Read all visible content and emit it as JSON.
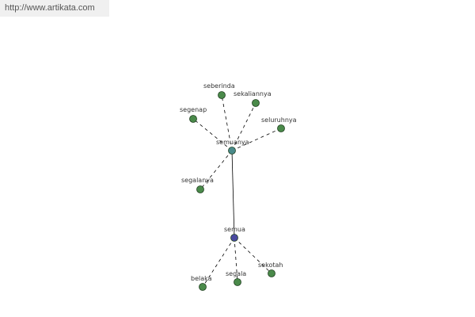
{
  "watermark": {
    "url": "http://www.artikata.com"
  },
  "graph": {
    "colors": {
      "hub_fill": "#4a8a8a",
      "root_fill": "#4a4aa0",
      "leaf_fill": "#4a8a4a",
      "edge": "#000000"
    },
    "nodes": [
      {
        "id": "semuanya",
        "label": "semuanya",
        "role": "hub"
      },
      {
        "id": "semua",
        "label": "semua",
        "role": "root"
      },
      {
        "id": "seberinda",
        "label": "seberinda",
        "role": "leaf"
      },
      {
        "id": "sekaliannya",
        "label": "sekaliannya",
        "role": "leaf"
      },
      {
        "id": "segenap",
        "label": "segenap",
        "role": "leaf"
      },
      {
        "id": "seluruhnya",
        "label": "seluruhnya",
        "role": "leaf"
      },
      {
        "id": "segalanya",
        "label": "segalanya",
        "role": "leaf"
      },
      {
        "id": "belaka",
        "label": "belaka",
        "role": "leaf"
      },
      {
        "id": "segala",
        "label": "segala",
        "role": "leaf"
      },
      {
        "id": "sekotah",
        "label": "sekotah",
        "role": "leaf"
      }
    ],
    "edges": [
      {
        "from": "semua",
        "to": "semuanya",
        "style": "solid"
      },
      {
        "from": "semuanya",
        "to": "seberinda",
        "style": "dashed"
      },
      {
        "from": "semuanya",
        "to": "sekaliannya",
        "style": "dashed"
      },
      {
        "from": "semuanya",
        "to": "segenap",
        "style": "dashed"
      },
      {
        "from": "semuanya",
        "to": "seluruhnya",
        "style": "dashed"
      },
      {
        "from": "semuanya",
        "to": "segalanya",
        "style": "dashed"
      },
      {
        "from": "semua",
        "to": "belaka",
        "style": "dashed"
      },
      {
        "from": "semua",
        "to": "segala",
        "style": "dashed"
      },
      {
        "from": "semua",
        "to": "sekotah",
        "style": "dashed"
      }
    ]
  }
}
